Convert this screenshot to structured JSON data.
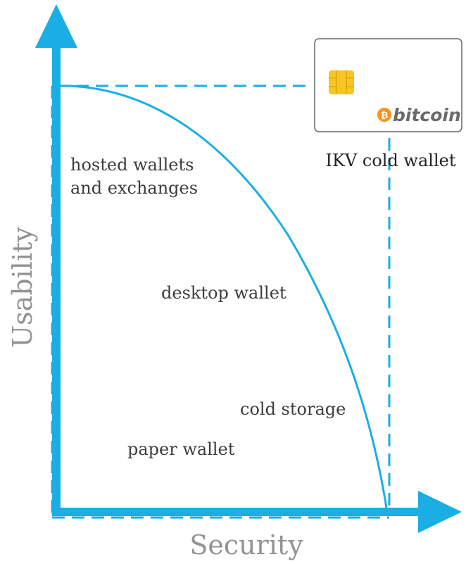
{
  "axes": {
    "x_label": "Security",
    "y_label": "Usability"
  },
  "regions": {
    "hosted_line1": "hosted wallets",
    "hosted_line2": "and exchanges",
    "desktop": "desktop wallet",
    "cold_storage": "cold storage",
    "paper": "paper wallet"
  },
  "card": {
    "brand": "bitcoin",
    "caption": "IKV cold wallet"
  },
  "colors": {
    "accent": "#1aaee4",
    "axis_title": "#939393",
    "text": "#3d3d3d",
    "chip": "#f6c624",
    "bitcoin_coin": "#f7931a"
  }
}
